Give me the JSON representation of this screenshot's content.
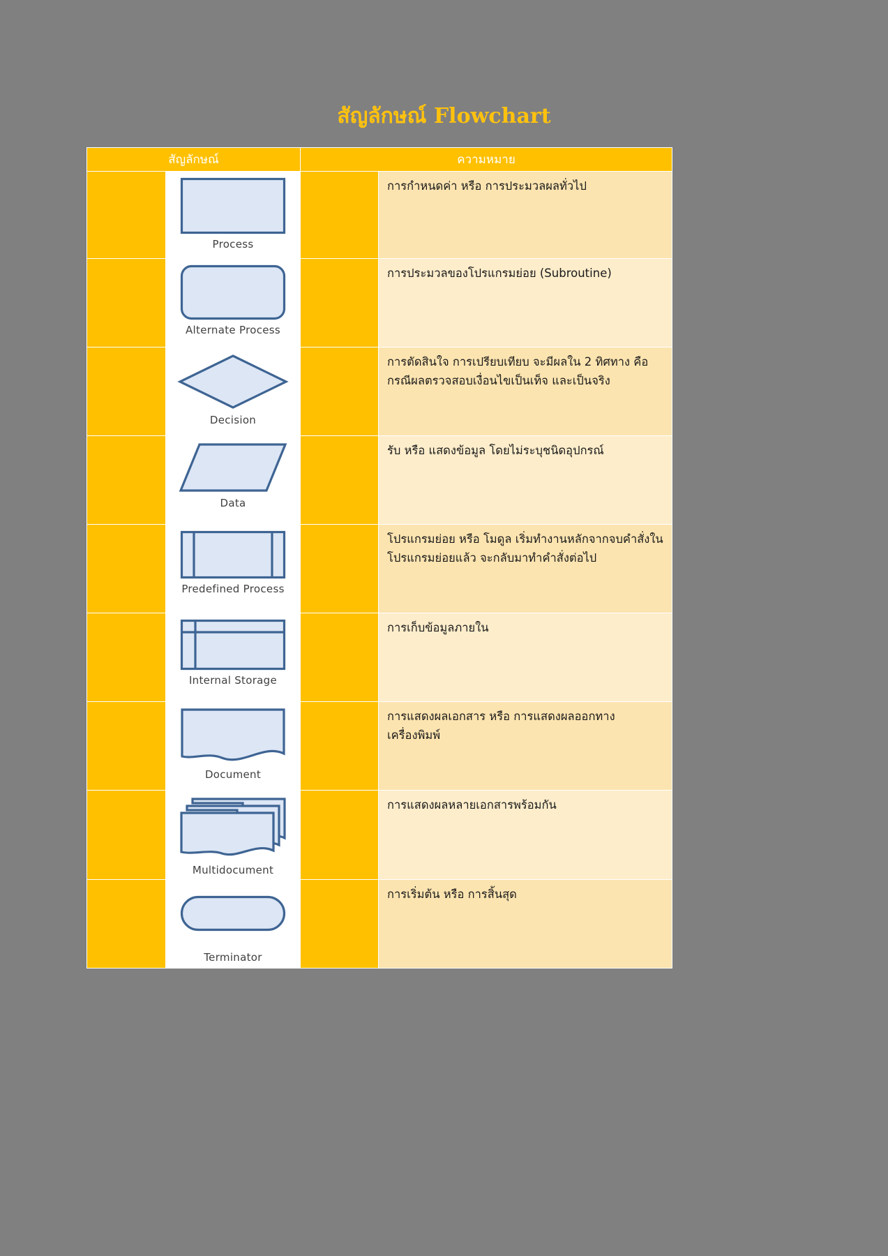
{
  "document": {
    "title": "สัญลักษณ์ Flowchart",
    "title_color": "#FFC20E",
    "page_background": "#808080"
  },
  "table": {
    "header": {
      "symbol_column": "สัญลักษณ์",
      "meaning_column": "ความหมาย",
      "background": "#FFC000",
      "text_color": "#FFFFFF"
    },
    "rows": [
      {
        "shape": "process",
        "shape_label": "Process",
        "meaning": "การกำหนดค่า หรือ การประมวลผลทั่วไป"
      },
      {
        "shape": "alternate-process",
        "shape_label": "Alternate Process",
        "meaning": "การประมวลของโปรแกรมย่อย (Subroutine)"
      },
      {
        "shape": "decision",
        "shape_label": "Decision",
        "meaning": "การตัดสินใจ การเปรียบเทียบ จะมีผลใน 2 ทิศทาง คือ กรณีผลตรวจสอบเงื่อนไขเป็นเท็จ และเป็นจริง"
      },
      {
        "shape": "data",
        "shape_label": "Data",
        "meaning": "รับ หรือ แสดงข้อมูล โดยไม่ระบุชนิดอุปกรณ์"
      },
      {
        "shape": "predefined-process",
        "shape_label": "Predefined Process",
        "meaning": "โปรแกรมย่อย หรือ โมดูล เริ่มทำงานหลักจากจบคำสั่งในโปรแกรมย่อยแล้ว จะกลับมาทำคำสั่งต่อไป"
      },
      {
        "shape": "internal-storage",
        "shape_label": "Internal Storage",
        "meaning": "การเก็บข้อมูลภายใน"
      },
      {
        "shape": "document",
        "shape_label": "Document",
        "meaning": "การแสดงผลเอกสาร หรือ การแสดงผลออกทางเครื่องพิมพ์"
      },
      {
        "shape": "multidocument",
        "shape_label": "Multidocument",
        "meaning": "การแสดงผลหลายเอกสารพร้อมกัน"
      },
      {
        "shape": "terminator",
        "shape_label": "Terminator",
        "meaning": "การเริ่มต้น หรือ การสิ้นสุด"
      }
    ],
    "colors": {
      "accent_cell": "#FFC000",
      "meaning_cell": "#FCE4B0",
      "meaning_cell_alt": "#FDEDCB",
      "shape_cell": "#FFFFFF",
      "shape_fill": "#DCE6F5",
      "shape_outline": "#3E6493"
    }
  }
}
